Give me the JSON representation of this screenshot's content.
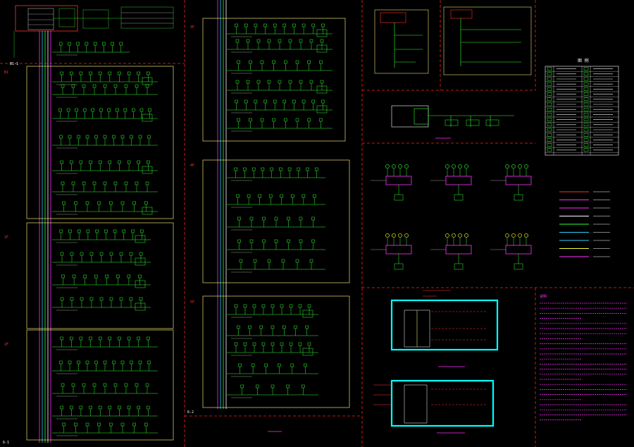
{
  "sheet": {
    "riser_marker": "B1-1",
    "floor_marker_1f": "1F",
    "bottom_marker": "6-1",
    "middle_marker": "6-2",
    "legend_title": "图 例"
  },
  "floors_left": [
    "B1",
    "1F",
    "2F"
  ],
  "floors_mid": [
    "3F",
    "4F",
    "5F"
  ],
  "notes_title": "说明",
  "colors": {
    "background": "#000000",
    "frame_dash": "#ff2020",
    "panel_frame": "#e8e070",
    "wire_green": "#30ff30",
    "text_white": "#ffffff",
    "riser_magenta": "#ff30ff",
    "riser_cyan": "#30d0ff",
    "wall_cyan": "#00ffff",
    "label_red": "#ff3030"
  },
  "legend_line_colors": [
    "#ff3030",
    "#ff30ff",
    "#ff30ff",
    "#ffffff",
    "#30ff30",
    "#30d0ff",
    "#30d0ff",
    "#ffff30",
    "#ff30ff"
  ],
  "legend_icon_colors": [
    "#30ff30",
    "#30ff30",
    "#30ff30",
    "#30ff30",
    "#30ff30",
    "#30ff30",
    "#30ff30",
    "#30ff30",
    "#30ff30",
    "#30ff30",
    "#30ff30",
    "#30ff30",
    "#30ff30",
    "#30ff30",
    "#30ff30",
    "#30ff30",
    "#30ff30"
  ]
}
